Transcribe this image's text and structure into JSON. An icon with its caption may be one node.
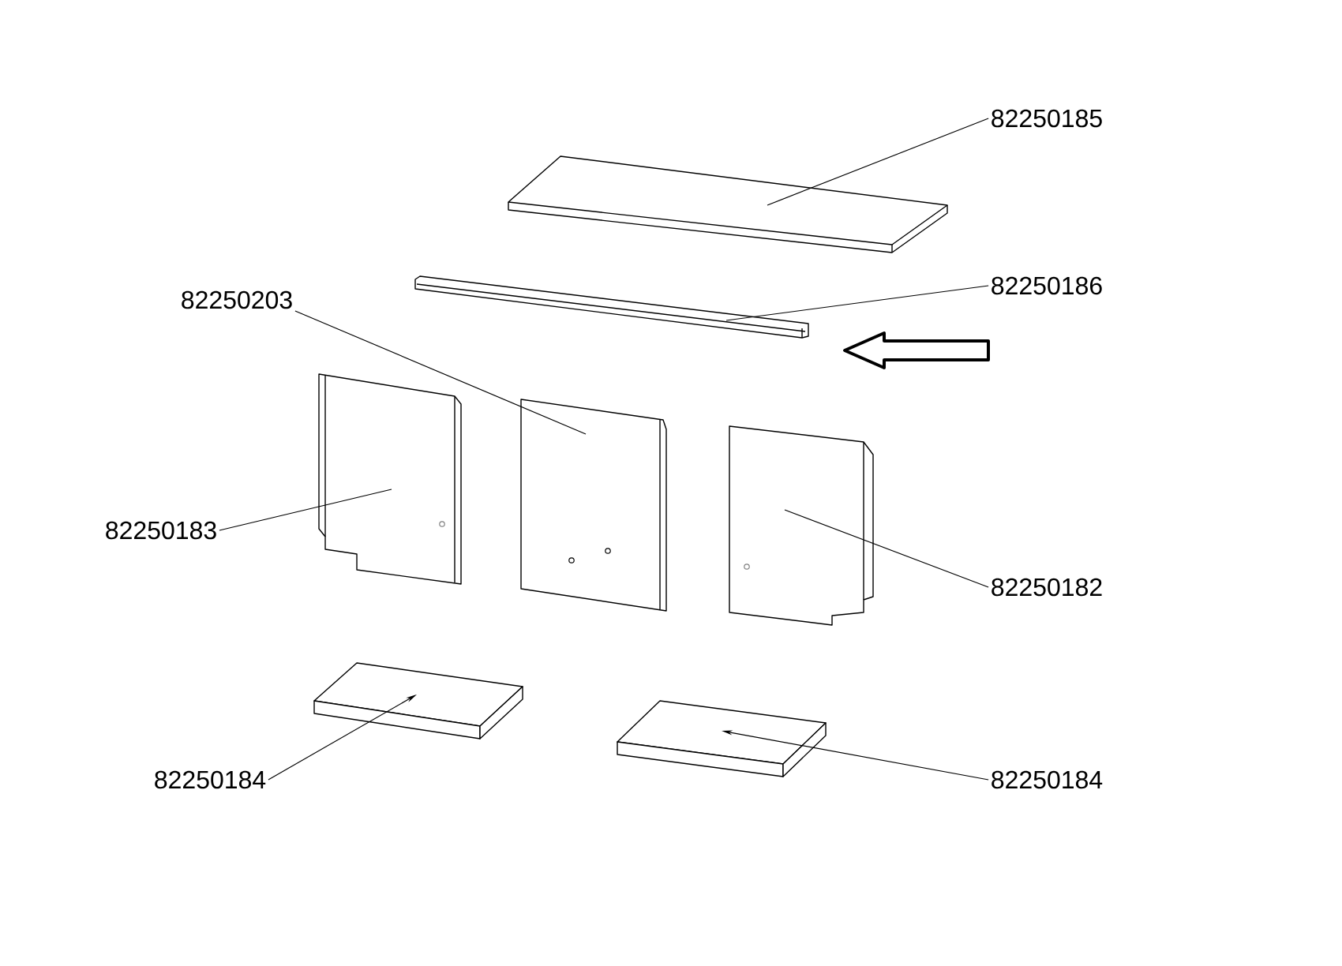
{
  "diagram": {
    "nodes": [
      {
        "text": [
          "82250185"
        ]
      },
      {
        "text": [],
        "shape": "picture"
      },
      {
        "text": [
          "82250186"
        ]
      },
      {
        "text": [],
        "shape": "picture"
      },
      {
        "text": [
          "82250203"
        ]
      },
      {
        "text": [],
        "shape": "picture"
      },
      {
        "text": [],
        "shape": "picture"
      },
      {
        "text": [],
        "shape": "picture"
      },
      {
        "text": [
          "82250183"
        ]
      },
      {
        "text": [
          "82250182"
        ]
      },
      {
        "text": [],
        "shape": "picture"
      },
      {
        "text": [],
        "shape": "picture"
      },
      {
        "text": [
          "82250184"
        ]
      },
      {
        "text": [
          "82250184"
        ]
      }
    ],
    "edges": [
      {
        "from": 0,
        "to": 1,
        "arrow": "none"
      },
      {
        "from": 2,
        "to": 3,
        "arrow": "none"
      },
      {
        "from": 4,
        "to": 6,
        "arrow": "none"
      },
      {
        "from": 8,
        "to": 5,
        "arrow": "none"
      },
      {
        "from": 9,
        "to": 7,
        "arrow": "none"
      },
      {
        "from": 12,
        "to": 10,
        "arrow": "to"
      },
      {
        "from": 13,
        "to": 11,
        "arrow": "to"
      }
    ]
  }
}
